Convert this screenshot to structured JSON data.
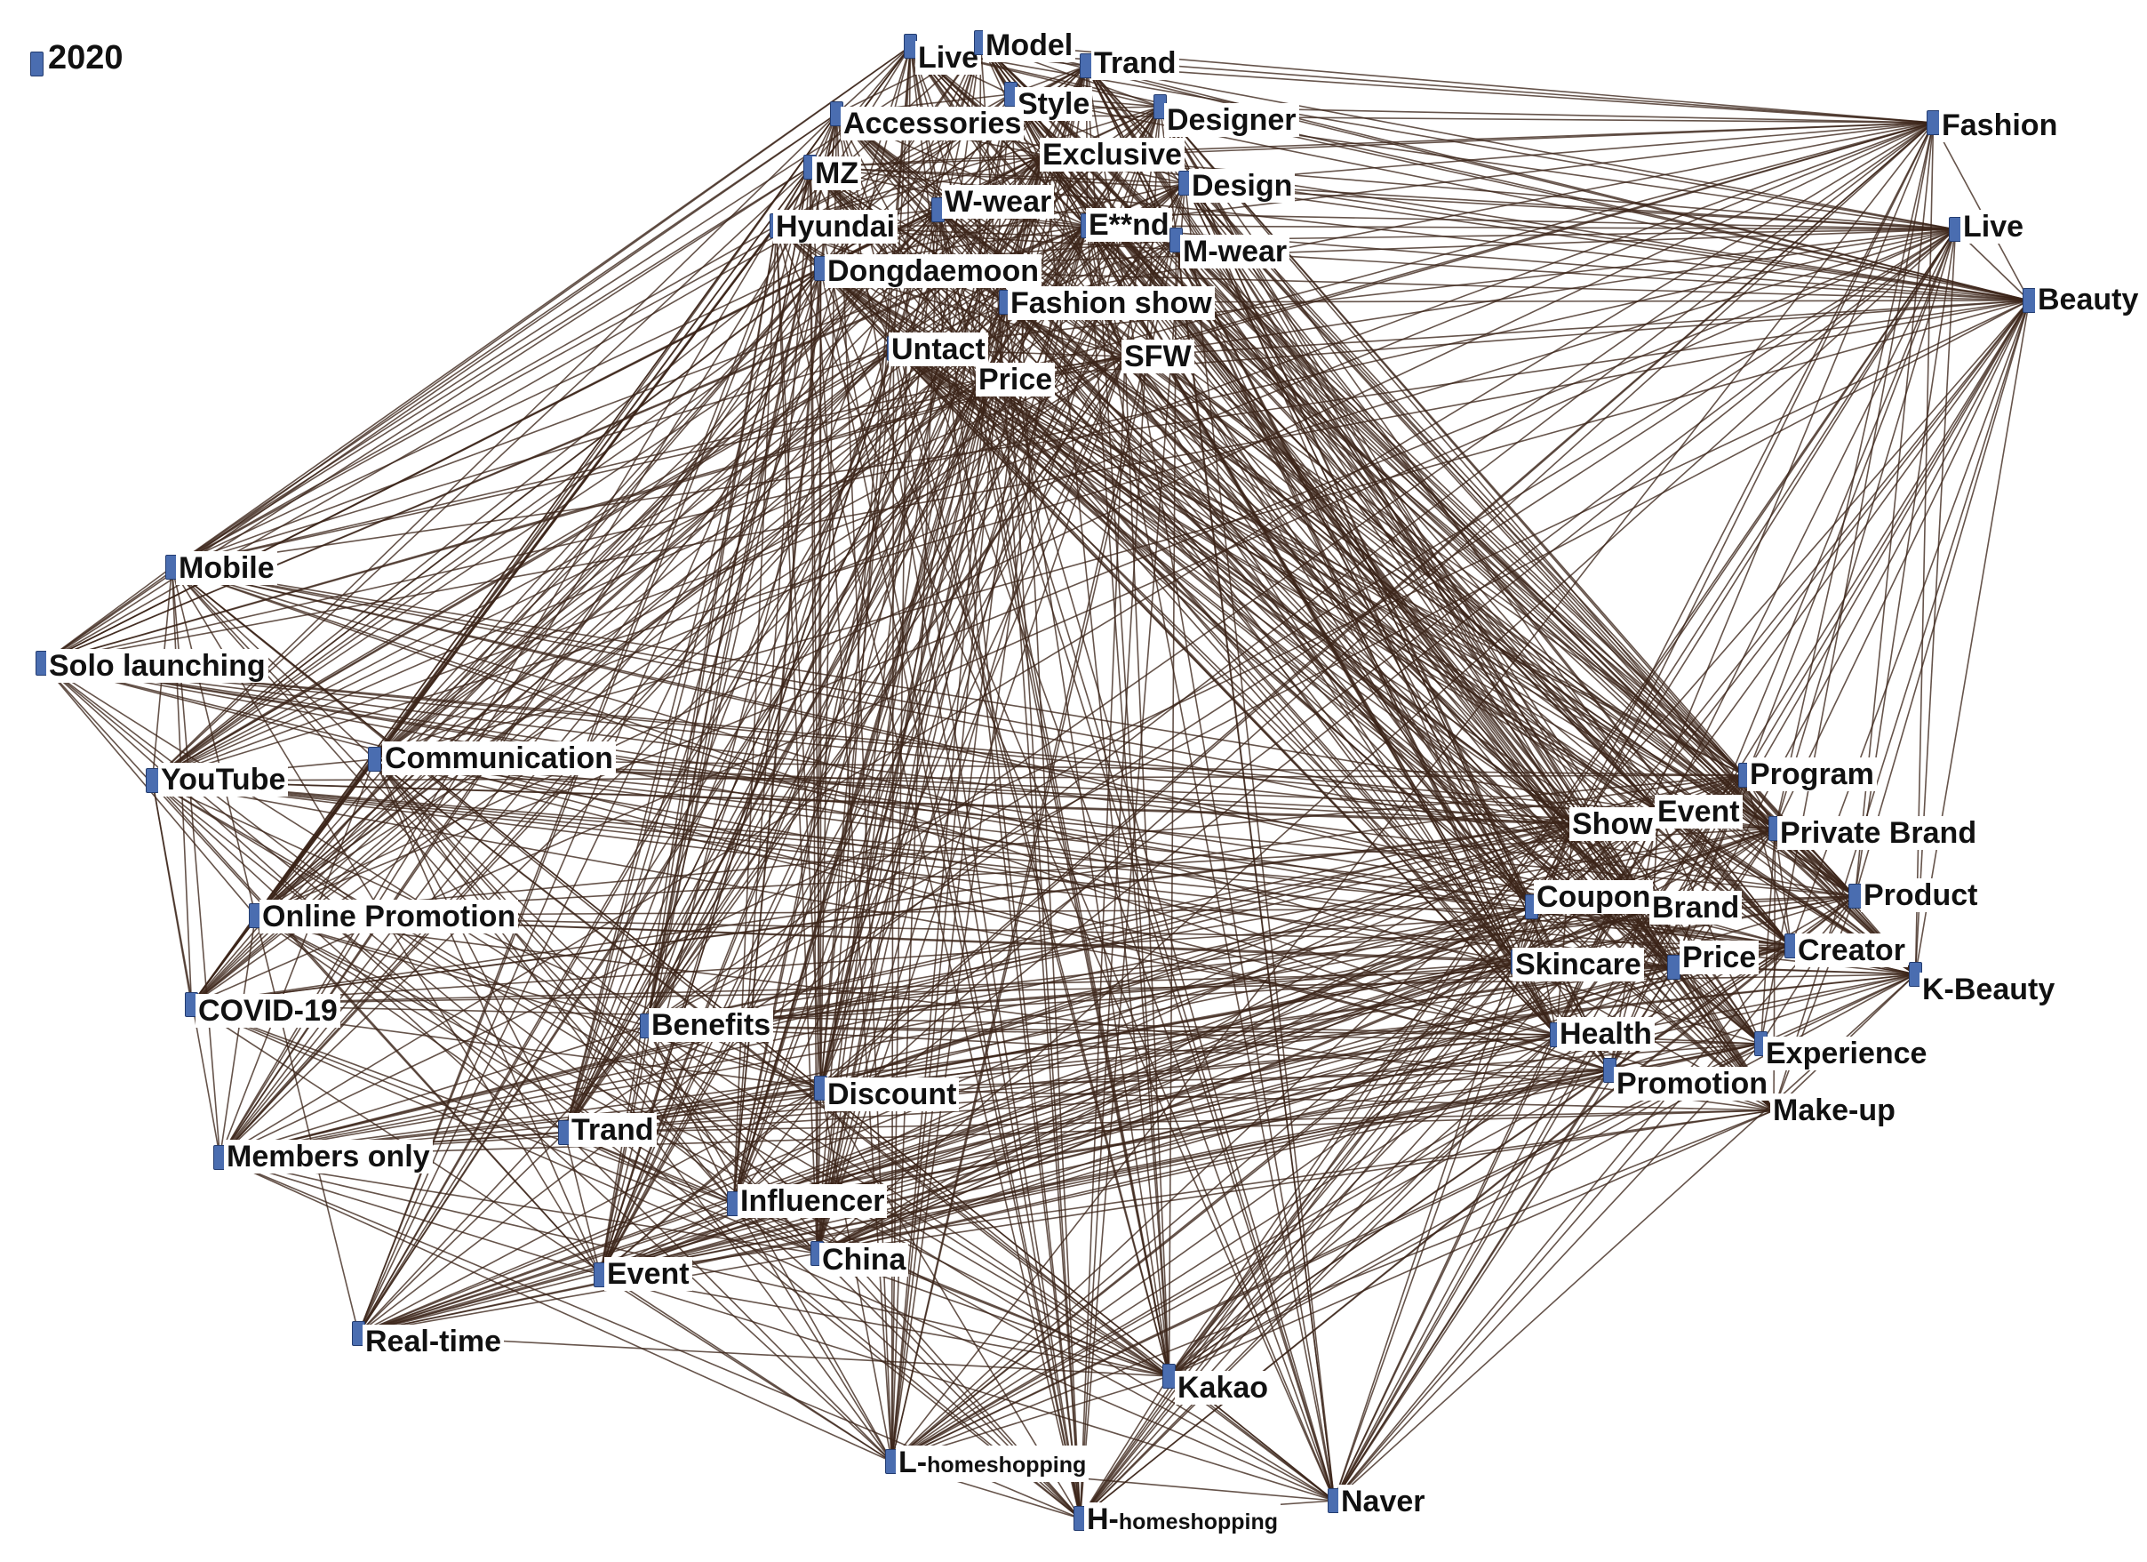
{
  "legend": {
    "year": "2020"
  },
  "colors": {
    "edge": "#3b2418",
    "node": "#4a6db0",
    "label_bg": "#ffffff"
  },
  "nodes": [
    {
      "id": "live-top",
      "label": "Live"
    },
    {
      "id": "model",
      "label": "Model"
    },
    {
      "id": "trand-top",
      "label": "Trand"
    },
    {
      "id": "style",
      "label": "Style"
    },
    {
      "id": "accessories",
      "label": "Accessories"
    },
    {
      "id": "designer",
      "label": "Designer"
    },
    {
      "id": "exclusive",
      "label": "Exclusive"
    },
    {
      "id": "mz",
      "label": "MZ"
    },
    {
      "id": "design",
      "label": "Design"
    },
    {
      "id": "w-wear",
      "label": "W-wear"
    },
    {
      "id": "hyundai",
      "label": "Hyundai"
    },
    {
      "id": "e-nd",
      "label": "E**nd"
    },
    {
      "id": "m-wear",
      "label": "M-wear"
    },
    {
      "id": "dongdaemoon",
      "label": "Dongdaemoon"
    },
    {
      "id": "fashion-show",
      "label": "Fashion show"
    },
    {
      "id": "untact",
      "label": "Untact"
    },
    {
      "id": "sfw",
      "label": "SFW"
    },
    {
      "id": "price-top",
      "label": "Price"
    },
    {
      "id": "fashion",
      "label": "Fashion"
    },
    {
      "id": "live-right",
      "label": "Live"
    },
    {
      "id": "beauty",
      "label": "Beauty"
    },
    {
      "id": "mobile",
      "label": "Mobile"
    },
    {
      "id": "solo-launching",
      "label": "Solo launching"
    },
    {
      "id": "communication",
      "label": "Communication"
    },
    {
      "id": "youtube",
      "label": "YouTube"
    },
    {
      "id": "online-promotion",
      "label": "Online Promotion"
    },
    {
      "id": "covid-19",
      "label": "COVID-19"
    },
    {
      "id": "benefits",
      "label": "Benefits"
    },
    {
      "id": "discount",
      "label": "Discount"
    },
    {
      "id": "trand-left",
      "label": "Trand"
    },
    {
      "id": "members-only",
      "label": "Members only"
    },
    {
      "id": "influencer",
      "label": "Influencer"
    },
    {
      "id": "event-left",
      "label": "Event"
    },
    {
      "id": "china",
      "label": "China"
    },
    {
      "id": "real-time",
      "label": "Real-time"
    },
    {
      "id": "kakao",
      "label": "Kakao"
    },
    {
      "id": "l-homeshopping",
      "label_main": "L-",
      "label_small": "homeshopping"
    },
    {
      "id": "h-homeshopping",
      "label_main": "H-",
      "label_small": "homeshopping"
    },
    {
      "id": "naver",
      "label": "Naver"
    },
    {
      "id": "program",
      "label": "Program"
    },
    {
      "id": "show",
      "label": "Show"
    },
    {
      "id": "event-right",
      "label": "Event"
    },
    {
      "id": "private-brand",
      "label": "Private Brand"
    },
    {
      "id": "coupon",
      "label": "Coupon"
    },
    {
      "id": "brand",
      "label": "Brand"
    },
    {
      "id": "product",
      "label": "Product"
    },
    {
      "id": "skincare",
      "label": "Skincare"
    },
    {
      "id": "price-right",
      "label": "Price"
    },
    {
      "id": "creator",
      "label": "Creator"
    },
    {
      "id": "k-beauty",
      "label": "K-Beauty"
    },
    {
      "id": "health",
      "label": "Health"
    },
    {
      "id": "experience",
      "label": "Experience"
    },
    {
      "id": "promotion",
      "label": "Promotion"
    },
    {
      "id": "make-up",
      "label": "Make-up"
    }
  ]
}
